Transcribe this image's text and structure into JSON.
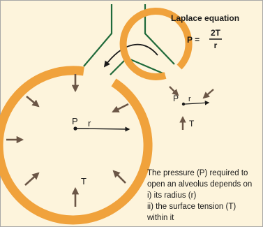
{
  "equation": {
    "title": "Laplace equation",
    "lhs": "P =",
    "numerator": "2T",
    "denominator": "r"
  },
  "large_alveolus": {
    "pressure_label": "P",
    "radius_label": "r",
    "tension_label": "T"
  },
  "small_alveolus": {
    "pressure_label": "P",
    "radius_label": "r",
    "tension_label": "T"
  },
  "caption": {
    "lines": [
      "The pressure (P) required to",
      "open an alveolus depends on",
      "i) its radius (r)",
      "ii) the surface tension (T)",
      "within it"
    ]
  },
  "colors": {
    "background": "#fdf4dc",
    "border": "#a7a7a7",
    "alveolus_wall": "#f0a23c",
    "airway": "#1f6a3a",
    "arrow": "#6b5646",
    "text": "#1a1a1a"
  }
}
